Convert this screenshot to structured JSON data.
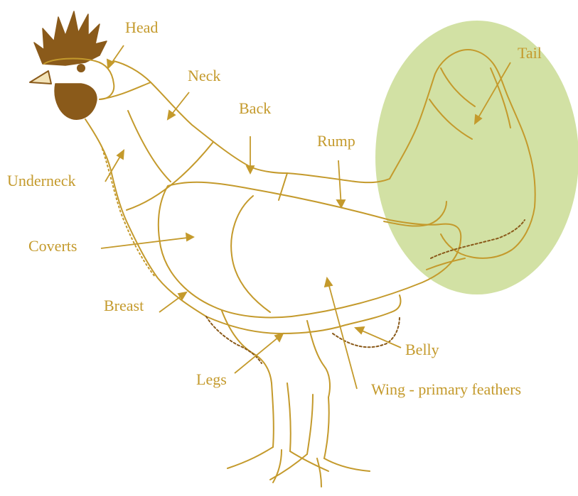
{
  "colors": {
    "ink": "#C49A2C",
    "ink_dark": "#8A5A1A",
    "highlight_fill": "#C5D98A",
    "background": "#FFFFFF"
  },
  "highlight": {
    "target_part": "Tail"
  },
  "labels": {
    "head": "Head",
    "neck": "Neck",
    "back": "Back",
    "rump": "Rump",
    "tail": "Tail",
    "underneck": "Underneck",
    "coverts": "Coverts",
    "breast": "Breast",
    "legs": "Legs",
    "belly": "Belly",
    "wing_primary": "Wing - primary feathers"
  }
}
